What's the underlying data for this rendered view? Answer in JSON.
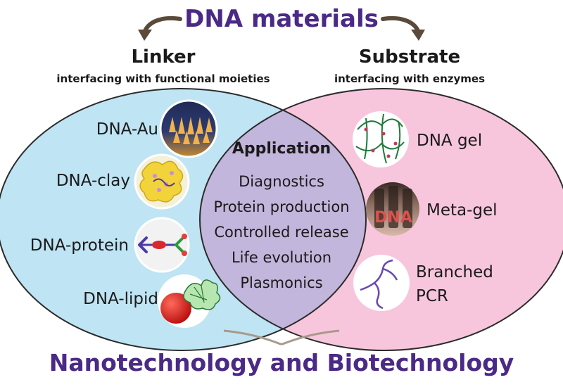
{
  "title": "DNA materials",
  "left": {
    "heading": "Linker",
    "subheading": "interfacing with functional moieties",
    "items": [
      "DNA-Au",
      "DNA-clay",
      "DNA-protein",
      "DNA-lipid"
    ]
  },
  "right": {
    "heading": "Substrate",
    "subheading": "interfacing with enzymes",
    "items": [
      "DNA gel",
      "Meta-gel",
      "Branched",
      "PCR"
    ]
  },
  "center": {
    "heading": "Application",
    "items": [
      "Diagnostics",
      "Protein production",
      "Controlled release",
      "Life evolution",
      "Plasmonics"
    ]
  },
  "footer": "Nanotechnology and Biotechnology",
  "meta_gel_label": "DNA",
  "colors": {
    "title": "#4b2a86",
    "left_circle": "#bfe4f3",
    "right_circle": "#f7c6dc",
    "overlap": "#c3b6dc",
    "arrow": "#5b4a3a"
  }
}
